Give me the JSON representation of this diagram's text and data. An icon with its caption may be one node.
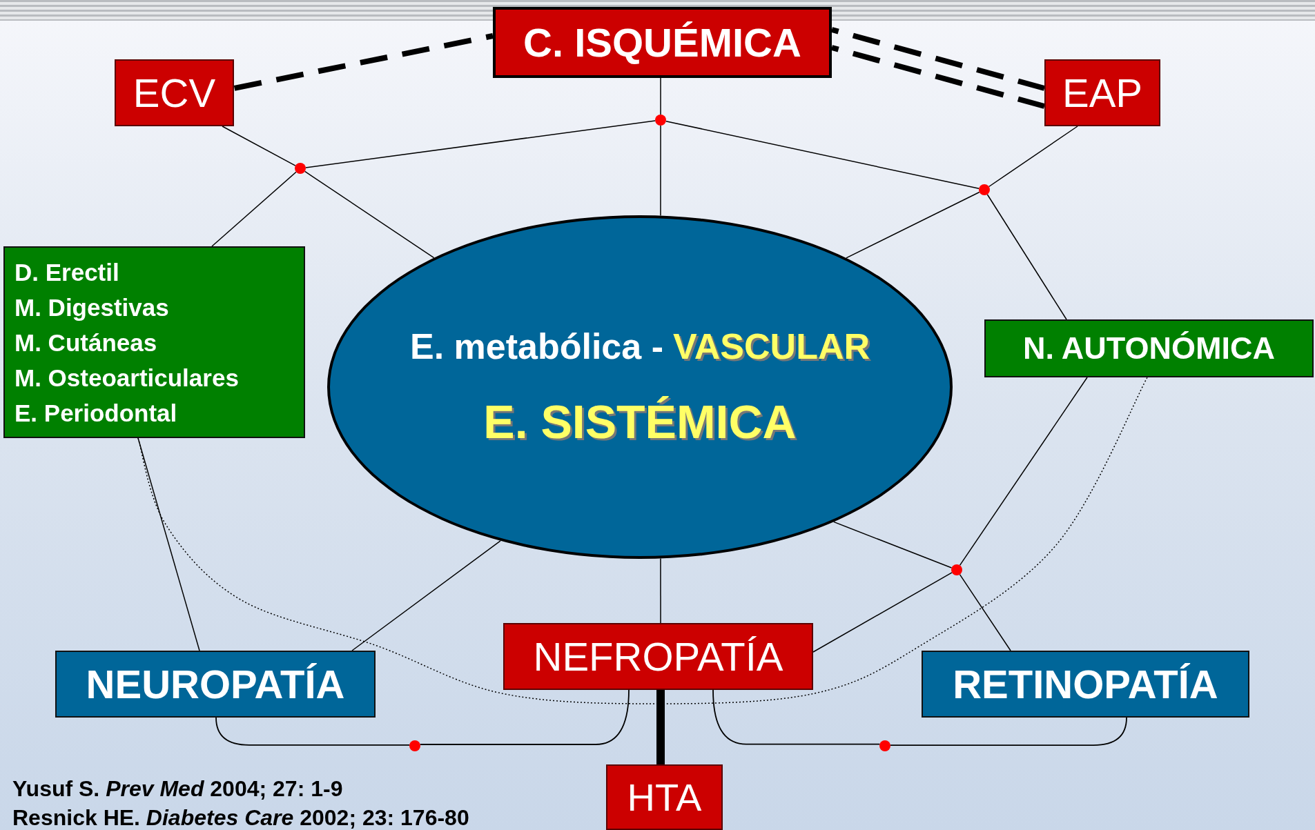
{
  "diagram": {
    "nodes": [
      {
        "text": [
          "C. ISQUÉMICA"
        ]
      },
      {
        "text": [
          "ECV"
        ]
      },
      {
        "text": [
          "EAP"
        ]
      },
      {
        "text": [
          "D. Erectil",
          "M. Digestivas",
          "M. Cutáneas",
          "M. Osteoarticulares",
          "E. Periodontal"
        ]
      },
      {
        "text": [
          "E. metabólica -",
          "VASCULAR",
          "E. SISTÉMICA"
        ]
      },
      {
        "text": [
          "N. AUTONÓMICA"
        ]
      },
      {
        "text": [
          "NEUROPATÍA"
        ]
      },
      {
        "text": [
          "NEFROPATÍA"
        ]
      },
      {
        "text": [
          "RETINOPATÍA"
        ]
      },
      {
        "text": [
          "HTA"
        ]
      },
      {
        "text": [],
        "shape": "circle"
      },
      {
        "text": [],
        "shape": "circle"
      },
      {
        "text": [],
        "shape": "circle"
      },
      {
        "text": [],
        "shape": "circle"
      },
      {
        "text": [],
        "shape": "circle"
      },
      {
        "text": [],
        "shape": "circle"
      }
    ],
    "edges": [
      {
        "from": 0,
        "to": 1,
        "arrow": "none",
        "style": "dashed"
      },
      {
        "from": 0,
        "to": 2,
        "arrow": "none",
        "style": "dashed"
      },
      {
        "from": 0,
        "to": 10,
        "arrow": "none"
      },
      {
        "from": 10,
        "to": 4,
        "arrow": "none"
      },
      {
        "from": 10,
        "to": 11,
        "arrow": "none"
      },
      {
        "from": 10,
        "to": 12,
        "arrow": "none"
      },
      {
        "from": 1,
        "to": 11,
        "arrow": "none"
      },
      {
        "from": 11,
        "to": 4,
        "arrow": "none"
      },
      {
        "from": 11,
        "to": 3,
        "arrow": "none"
      },
      {
        "from": 2,
        "to": 12,
        "arrow": "none"
      },
      {
        "from": 12,
        "to": 4,
        "arrow": "none"
      },
      {
        "from": 12,
        "to": 5,
        "arrow": "none"
      },
      {
        "from": 5,
        "to": 13,
        "arrow": "none"
      },
      {
        "from": 13,
        "to": 7,
        "arrow": "none"
      },
      {
        "from": 4,
        "to": 13,
        "arrow": "none"
      },
      {
        "from": 13,
        "to": 8,
        "arrow": "none"
      },
      {
        "from": 3,
        "to": 6,
        "arrow": "none"
      },
      {
        "from": 4,
        "to": 6,
        "arrow": "none"
      },
      {
        "from": 4,
        "to": 7,
        "arrow": "none"
      },
      {
        "from": 7,
        "to": 9,
        "arrow": "none",
        "style": "thick"
      },
      {
        "from": 3,
        "to": 5,
        "arrow": "none",
        "style": "dashed"
      },
      {
        "from": 6,
        "to": 14,
        "arrow": "none"
      },
      {
        "from": 7,
        "to": 14,
        "arrow": "none"
      },
      {
        "from": 7,
        "to": 15,
        "arrow": "none"
      },
      {
        "from": 8,
        "to": 15,
        "arrow": "none"
      }
    ],
    "labels": [
      "Yusuf S. *Prev Med* 2004; 27: 1-9",
      "Resnick HE. *Diabetes Care* 2002; 23: 176-80"
    ]
  }
}
